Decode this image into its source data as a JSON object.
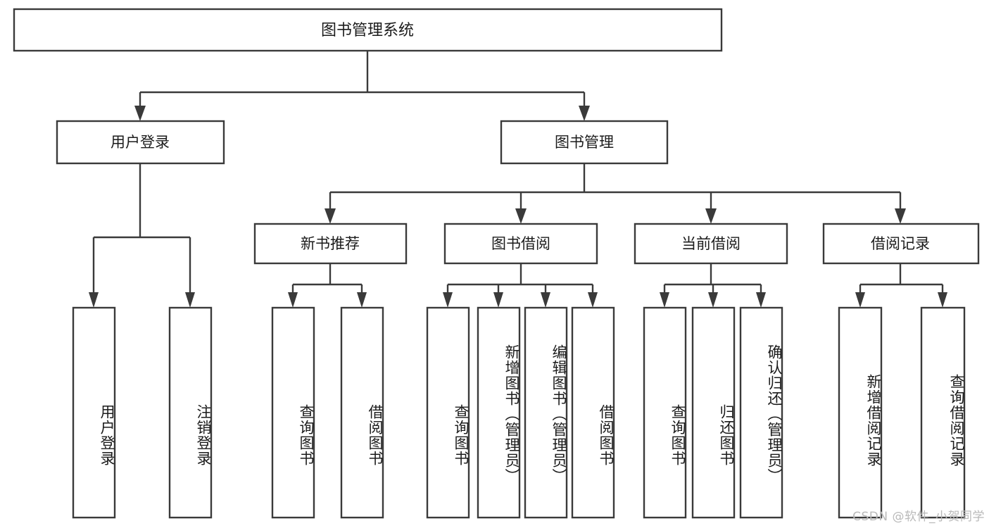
{
  "diagram": {
    "title": "图书管理系统",
    "type": "hierarchy-tree",
    "watermark": "CSDN @软件_小贺同学",
    "nodes": {
      "root": {
        "label": "图书管理系统"
      },
      "level1": [
        {
          "id": "user-login",
          "label": "用户登录"
        },
        {
          "id": "book-manage",
          "label": "图书管理"
        }
      ],
      "level2": [
        {
          "id": "new-book-recommend",
          "label": "新书推荐"
        },
        {
          "id": "book-borrow",
          "label": "图书借阅"
        },
        {
          "id": "current-borrow",
          "label": "当前借阅"
        },
        {
          "id": "borrow-record",
          "label": "借阅记录"
        }
      ],
      "leaves": {
        "user-login": [
          {
            "id": "leaf-user-login",
            "label": "用户登录"
          },
          {
            "id": "leaf-logout-login",
            "label": "注销登录"
          }
        ],
        "new-book-recommend": [
          {
            "id": "leaf-query-book-1",
            "label": "查询图书"
          },
          {
            "id": "leaf-borrow-book-1",
            "label": "借阅图书"
          }
        ],
        "book-borrow": [
          {
            "id": "leaf-query-book-2",
            "label": "查询图书"
          },
          {
            "id": "leaf-add-book",
            "label": "新增图书（管理员）"
          },
          {
            "id": "leaf-edit-book",
            "label": "编辑图书（管理员）"
          },
          {
            "id": "leaf-borrow-book-2",
            "label": "借阅图书"
          }
        ],
        "current-borrow": [
          {
            "id": "leaf-query-book-3",
            "label": "查询图书"
          },
          {
            "id": "leaf-return-book",
            "label": "归还图书"
          },
          {
            "id": "leaf-confirm-return",
            "label": "确认归还（管理员）"
          }
        ],
        "borrow-record": [
          {
            "id": "leaf-add-record",
            "label": "新增借阅记录"
          },
          {
            "id": "leaf-query-record",
            "label": "查询借阅记录"
          }
        ]
      }
    },
    "colors": {
      "stroke": "#3a3a3a",
      "fill": "#ffffff",
      "text": "#1b1b1b",
      "watermark": "#b9b9b9"
    }
  }
}
